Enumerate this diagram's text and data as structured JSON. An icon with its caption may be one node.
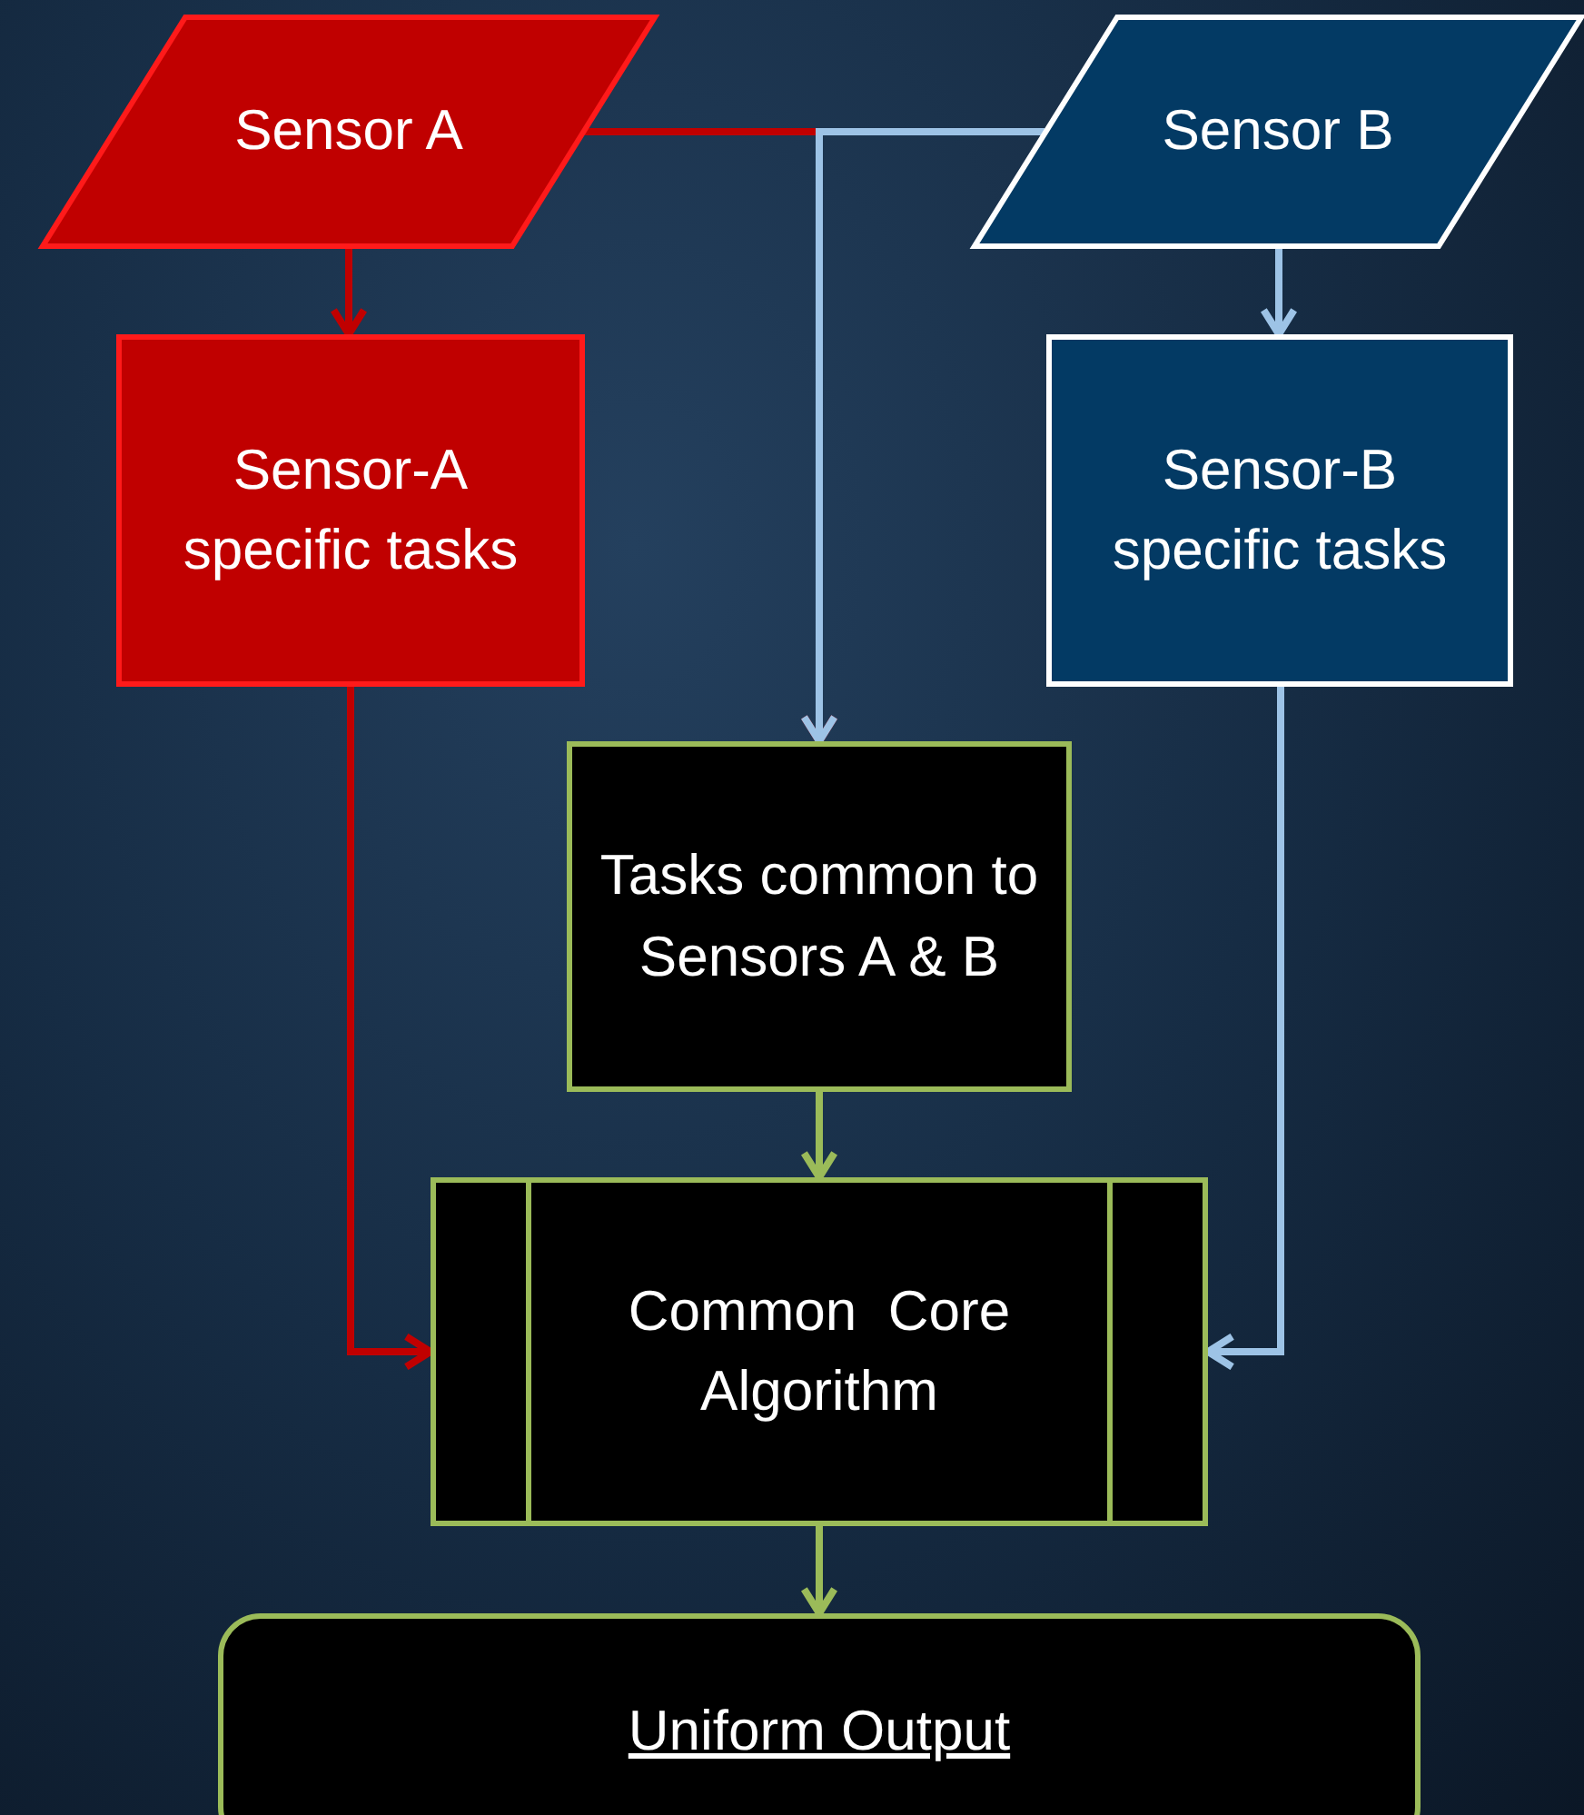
{
  "diagram": {
    "nodes": [
      {
        "text": [
          "Sensor A"
        ]
      },
      {
        "text": [
          "Sensor B"
        ]
      },
      {
        "text": [
          "Sensor-A specific tasks"
        ]
      },
      {
        "text": [
          "Sensor-B specific tasks"
        ]
      },
      {
        "text": [
          "Tasks common to Sensors A & B"
        ]
      },
      {
        "text": [
          "Common  Core Algorithm"
        ]
      },
      {
        "text": [
          "Uniform Output"
        ]
      }
    ],
    "edges": [
      {
        "from": 0,
        "to": 2,
        "arrow": "to",
        "color": "#c00000"
      },
      {
        "from": 1,
        "to": 3,
        "arrow": "to",
        "color": "#9dc3e6"
      },
      {
        "from": 0,
        "to": 4,
        "arrow": "to",
        "color": "#c00000"
      },
      {
        "from": 1,
        "to": 4,
        "arrow": "to",
        "color": "#9dc3e6"
      },
      {
        "from": 2,
        "to": 5,
        "arrow": "to",
        "color": "#c00000"
      },
      {
        "from": 3,
        "to": 5,
        "arrow": "to",
        "color": "#9dc3e6"
      },
      {
        "from": 4,
        "to": 5,
        "arrow": "to",
        "color": "#9bbb59"
      },
      {
        "from": 5,
        "to": 6,
        "arrow": "to",
        "color": "#9bbb59"
      }
    ]
  }
}
